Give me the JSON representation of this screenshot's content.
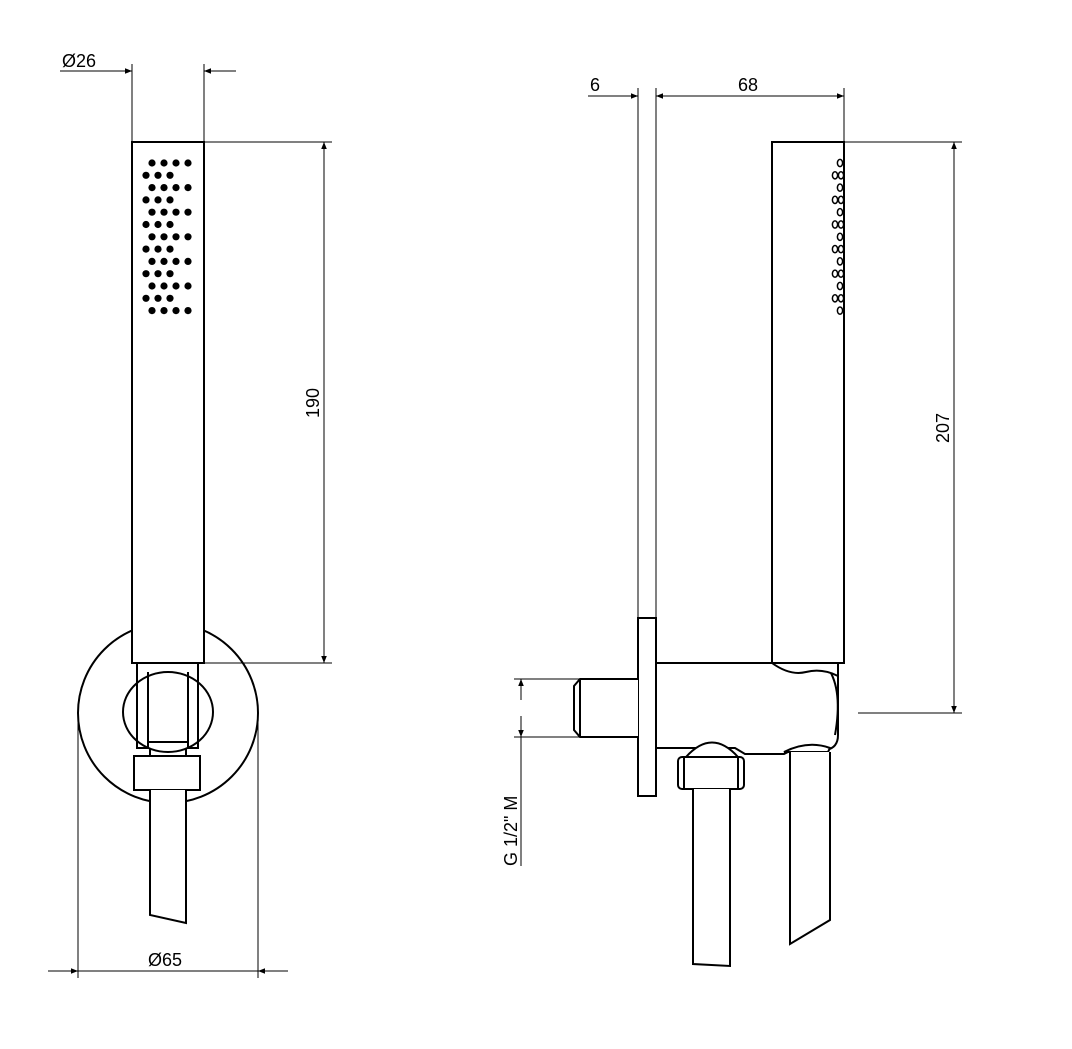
{
  "dimensions": {
    "front_head_diameter": "Ø26",
    "front_plate_diameter": "Ø65",
    "front_length": "190",
    "side_wall_gap": "6",
    "side_projection": "68",
    "side_height": "207",
    "thread": "G 1/2\" M"
  },
  "colors": {
    "line": "#000000",
    "background": "#ffffff"
  }
}
